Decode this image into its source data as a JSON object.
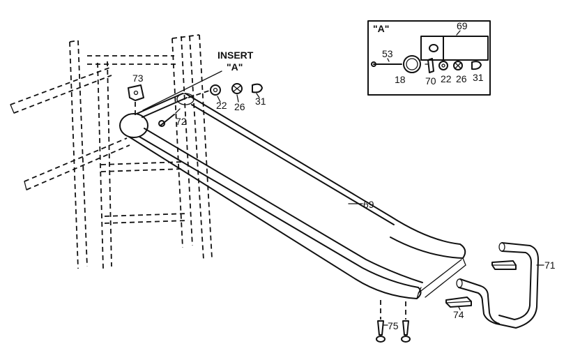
{
  "callouts": {
    "insert": "INSERT",
    "insert_ref": "\"A\"",
    "detail_title": "\"A\""
  },
  "parts": {
    "p18": "18",
    "p22": "22",
    "p26": "26",
    "p31": "31",
    "p53": "53",
    "p69": "69",
    "p70": "70",
    "p71": "71",
    "p72": "72",
    "p73": "73",
    "p74": "74",
    "p75": "75"
  }
}
